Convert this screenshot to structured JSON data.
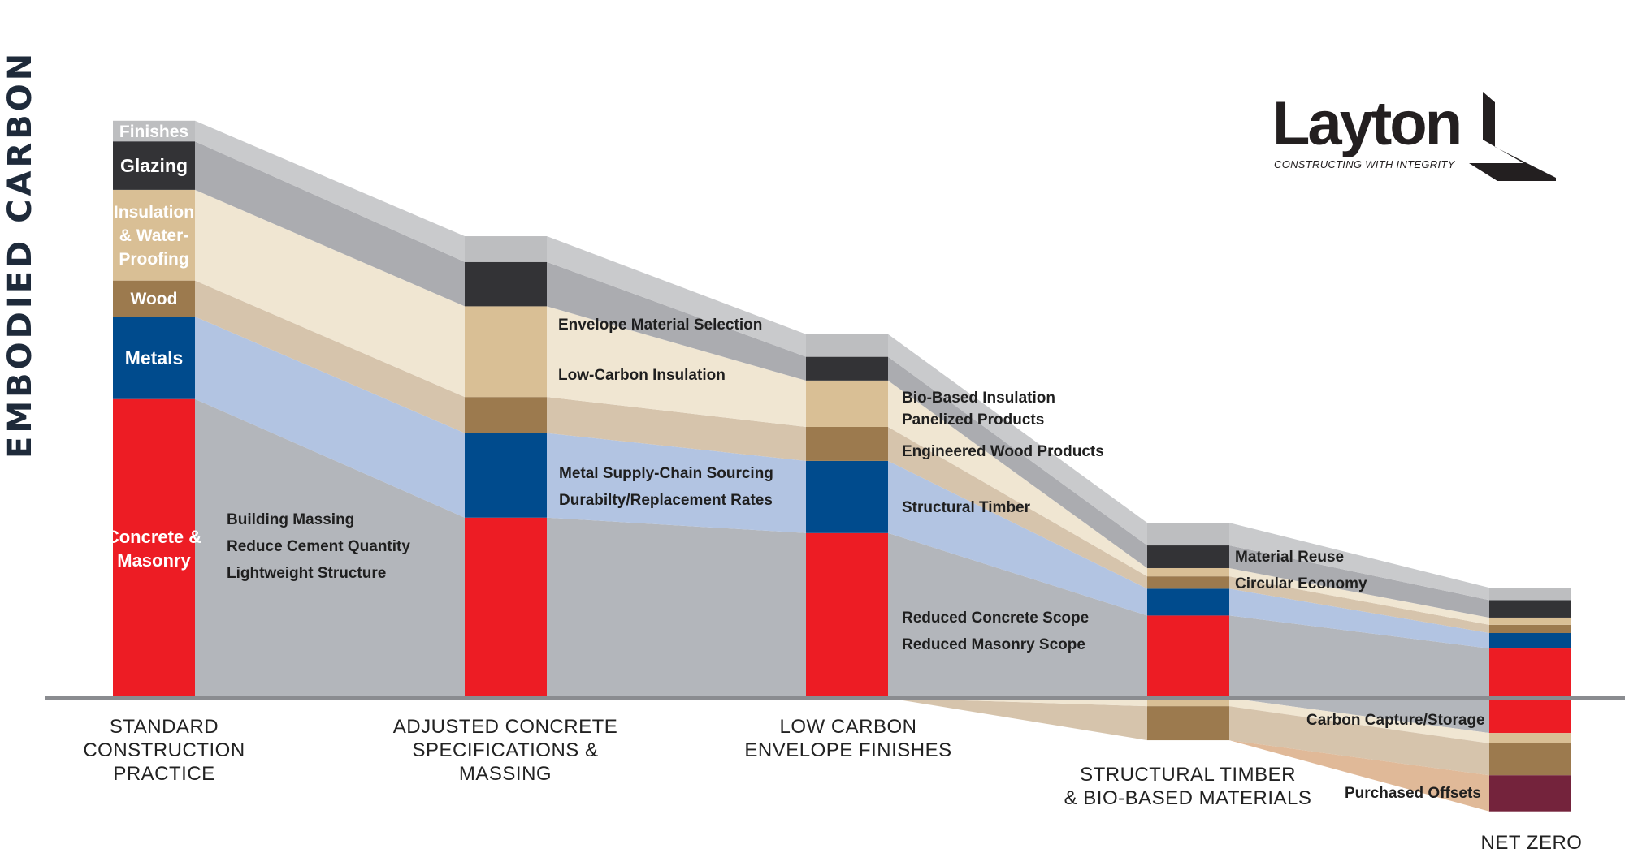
{
  "chart_data": {
    "type": "waterfall-stacked-bar",
    "ylabel": "EMBODIED CARBON",
    "series": [
      {
        "name": "Concrete & Masonry",
        "key": "concrete",
        "color": "#ed1c24"
      },
      {
        "name": "Metals",
        "key": "metals",
        "color": "#004b8d"
      },
      {
        "name": "Wood",
        "key": "wood",
        "color": "#9c7a4e"
      },
      {
        "name": "Insulation & Water-Proofing",
        "key": "insulation",
        "color": "#d9bf95"
      },
      {
        "name": "Glazing",
        "key": "glazing",
        "color": "#333336"
      },
      {
        "name": "Finishes",
        "key": "finishes",
        "color": "#bdbec0"
      }
    ],
    "segment_labels": {
      "finishes": [
        "Finishes"
      ],
      "glazing": [
        "Glazing"
      ],
      "insulation": [
        "Insulation",
        "& Water-",
        "Proofing"
      ],
      "wood": [
        "Wood"
      ],
      "metals": [
        "Metals"
      ],
      "concrete": [
        "Concrete &",
        "Masonry"
      ]
    },
    "bars": [
      {
        "label": [
          "STANDARD",
          "CONSTRUCTION",
          "PRACTICE"
        ],
        "segments": {
          "concrete": 290,
          "metals": 80,
          "wood": 35,
          "insulation": 88,
          "glazing": 47,
          "finishes": 20
        }
      },
      {
        "label": [
          "ADJUSTED CONCRETE",
          "SPECIFICATIONS &",
          "MASSING"
        ],
        "segments": {
          "concrete": 175,
          "metals": 82,
          "wood": 35,
          "insulation": 88,
          "glazing": 43,
          "finishes": 25
        }
      },
      {
        "label": [
          "LOW CARBON",
          "ENVELOPE FINISHES"
        ],
        "segments": {
          "concrete": 160,
          "metals": 70,
          "wood": 33,
          "insulation": 45,
          "glazing": 23,
          "finishes": 22
        }
      },
      {
        "label": [
          "STRUCTURAL TIMBER",
          "& BIO-BASED MATERIALS"
        ],
        "segments": {
          "concrete": 80,
          "metals": 26,
          "wood": 12,
          "insulation": 8,
          "glazing": 22,
          "finishes": 22
        },
        "negative": [
          {
            "key": "insulation",
            "value": 8
          },
          {
            "key": "wood",
            "value": 33
          }
        ]
      },
      {
        "label": [
          "NET ZERO"
        ],
        "segments": {
          "concrete": 48,
          "metals": 15,
          "wood": 8,
          "insulation": 7,
          "glazing": 17,
          "finishes": 12
        },
        "negative": [
          {
            "key": "concrete",
            "value": 34
          },
          {
            "key": "insulation",
            "value": 10
          },
          {
            "key": "wood",
            "value": 31
          },
          {
            "key": "offsets",
            "value": 35
          }
        ]
      }
    ],
    "offsets_color": "#74233c",
    "annotations": [
      {
        "bar": 0,
        "lines": [
          "Building Massing",
          "Reduce Cement Quantity",
          "Lightweight Structure"
        ]
      },
      {
        "bar": 1,
        "lines": [
          "Envelope Material Selection",
          "Low-Carbon Insulation"
        ]
      },
      {
        "bar": 1,
        "lines": [
          "Metal Supply-Chain Sourcing",
          "Durabilty/Replacement Rates"
        ]
      },
      {
        "bar": 2,
        "lines": [
          "Bio-Based Insulation",
          "Panelized Products"
        ]
      },
      {
        "bar": 2,
        "lines": [
          "Engineered Wood Products"
        ]
      },
      {
        "bar": 2,
        "lines": [
          "Structural Timber"
        ]
      },
      {
        "bar": 2,
        "lines": [
          "Reduced Concrete Scope",
          "Reduced Masonry Scope"
        ]
      },
      {
        "bar": 3,
        "lines": [
          "Material Reuse",
          "Circular Economy"
        ]
      },
      {
        "bar": 4,
        "lines": [
          "Carbon Capture/Storage"
        ]
      },
      {
        "bar": 4,
        "lines": [
          "Purchased Offsets"
        ]
      }
    ]
  },
  "logo": {
    "name": "Layton",
    "tagline": "CONSTRUCTING WITH INTEGRITY"
  }
}
